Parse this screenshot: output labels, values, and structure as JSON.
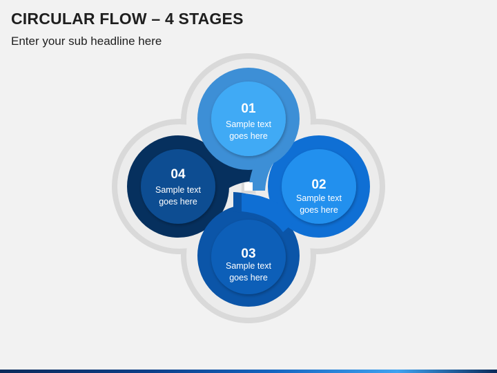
{
  "title": "CIRCULAR FLOW – 4 STAGES",
  "subtitle": "Enter your sub headline here",
  "stages": [
    {
      "number": "01",
      "line1": "Sample text",
      "line2": "goes here",
      "color": "#3d8fd6",
      "inner": "#41aaf5"
    },
    {
      "number": "02",
      "line1": "Sample text",
      "line2": "goes here",
      "color": "#0f6fd4",
      "inner": "#2390ee"
    },
    {
      "number": "03",
      "line1": "Sample text",
      "line2": "goes here",
      "color": "#0b55a8",
      "inner": "#0c5fb8"
    },
    {
      "number": "04",
      "line1": "Sample text",
      "line2": "goes here",
      "color": "#06305e",
      "inner": "#0a4d92"
    }
  ],
  "colors": {
    "background": "#f2f2f2",
    "outer_ring": "#d7d7d7",
    "outer_ring_light": "#eeeeee"
  }
}
